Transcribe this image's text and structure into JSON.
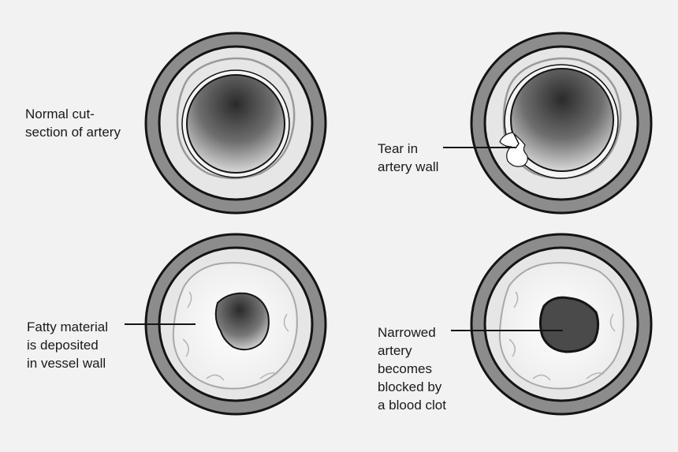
{
  "labels": {
    "normal": "Normal cut-\nsection of artery",
    "tear": "Tear in\nartery wall",
    "fatty": "Fatty material\nis deposited\nin vessel wall",
    "clot": "Narrowed\nartery\nbecomes\nblocked by\na blood clot"
  },
  "colors": {
    "background": "#f2f2f2",
    "outer_ring": "#8c8c8c",
    "outline": "#141414",
    "wall": "#e6e6e6",
    "plaque": "#f7f7f7",
    "clot": "#4a4a4a"
  }
}
